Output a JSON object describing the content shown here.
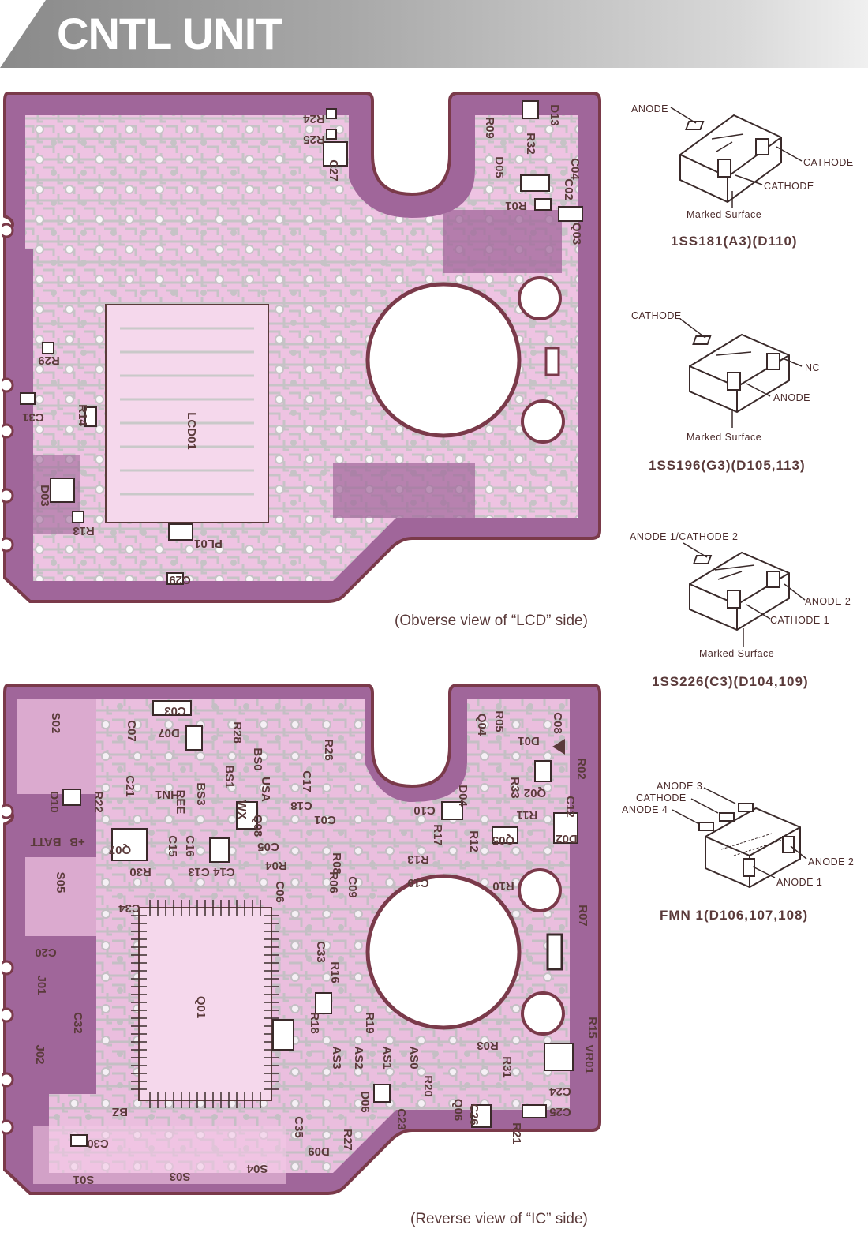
{
  "header": {
    "title": "CNTL UNIT"
  },
  "boards": {
    "obverse": {
      "caption": "(Obverse view of “LCD” side)",
      "labels": [
        "R24",
        "R25",
        "C27",
        "R09",
        "D13",
        "R32",
        "D05",
        "C04",
        "C02",
        "R01",
        "Q03",
        "R29",
        "C31",
        "R14",
        "LCD01",
        "D03",
        "R13",
        "PL01",
        "C29"
      ]
    },
    "reverse": {
      "caption": "(Reverse view of “IC” side)",
      "labels": [
        "C01",
        "C03",
        "D07",
        "S02",
        "BATT",
        "+B",
        "D10",
        "R22",
        "C21",
        "Q07",
        "R30",
        "S05",
        "C34",
        "C20",
        "J01",
        "C32",
        "J02",
        "BZ",
        "C30",
        "S01",
        "S03",
        "S04",
        "Q01",
        "R18",
        "C33",
        "R16",
        "R19",
        "AS3",
        "AS2",
        "AS1",
        "AS0",
        "R20",
        "D06",
        "R27",
        "C35",
        "D09",
        "C23",
        "Q06",
        "C26",
        "R21",
        "C25",
        "C24",
        "R03",
        "R31",
        "VR01",
        "R15",
        "R07",
        "R06",
        "C09",
        "C19",
        "R13",
        "C10",
        "R17",
        "R12",
        "Q05",
        "R10",
        "D02",
        "D04",
        "R26",
        "C17",
        "C08",
        "Q04",
        "R05",
        "D01",
        "R02",
        "Q02",
        "R11",
        "C12",
        "C13",
        "C14",
        "C05",
        "R04",
        "C06",
        "C07",
        "C15",
        "C16",
        "HN1",
        "REE",
        "BS3",
        "BS1",
        "BS0",
        "WX",
        "USA",
        "R28",
        "C18",
        "Q08",
        "R08",
        "R33"
      ]
    }
  },
  "diodes": [
    {
      "part": "1SS181(A3)(D110)",
      "pins": [
        "ANODE",
        "CATHODE",
        "CATHODE"
      ],
      "surface": "Marked Surface"
    },
    {
      "part": "1SS196(G3)(D105,113)",
      "pins": [
        "CATHODE",
        "NC",
        "ANODE"
      ],
      "surface": "Marked Surface"
    },
    {
      "part": "1SS226(C3)(D104,109)",
      "pins": [
        "ANODE 1/CATHODE 2",
        "ANODE 2",
        "CATHODE 1"
      ],
      "surface": "Marked Surface"
    },
    {
      "part": "FMN 1(D106,107,108)",
      "pins": [
        "ANODE 3",
        "CATHODE",
        "ANODE 4",
        "ANODE 2",
        "ANODE 1"
      ]
    }
  ],
  "colors": {
    "board": "#a0669a",
    "copper": "#f3c8e6",
    "trace": "#c9c9c9",
    "outline": "#7a3a4a",
    "text": "#5a3a3a"
  }
}
